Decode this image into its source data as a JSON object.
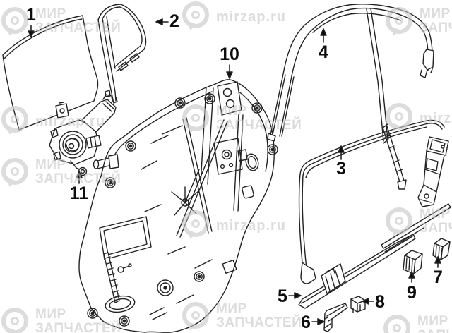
{
  "callouts": [
    {
      "number": "1"
    },
    {
      "number": "2"
    },
    {
      "number": "3"
    },
    {
      "number": "4"
    },
    {
      "number": "5"
    },
    {
      "number": "6"
    },
    {
      "number": "7"
    },
    {
      "number": "8"
    },
    {
      "number": "9"
    },
    {
      "number": "10"
    },
    {
      "number": "11"
    }
  ],
  "watermark": {
    "tiles": [
      {
        "line1": "МИР",
        "line2": "ЗАПЧАСТЕЙ"
      },
      {
        "line1": "mirzap.ru",
        "line2": ""
      },
      {
        "line1": "МИР",
        "line2": "ЗАПЧАСТЕЙ"
      },
      {
        "line1": "mirzap.ru",
        "line2": ""
      },
      {
        "line1": "МИР",
        "line2": "ЗАПЧАСТЕЙ"
      },
      {
        "line1": "mirzap.ru",
        "line2": ""
      },
      {
        "line1": "МИР",
        "line2": "ЗАПЧАСТЕЙ"
      },
      {
        "line1": "mirzap.ru",
        "line2": ""
      },
      {
        "line1": "МИР",
        "line2": "ЗАПЧАСТЕЙ"
      },
      {
        "line1": "МИР",
        "line2": "ЗАПЧАСТЕЙ"
      },
      {
        "line1": "МИР",
        "line2": "ЗАПЧАСТЕЙ"
      },
      {
        "line1": "МИР",
        "line2": "ЗАПЧАСТЕЙ"
      }
    ]
  }
}
